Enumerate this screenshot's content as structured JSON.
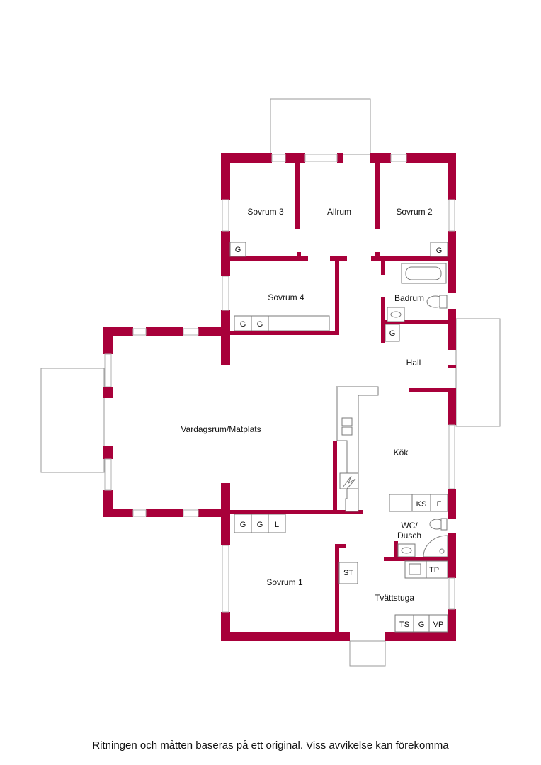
{
  "colors": {
    "wall": "#a8003a",
    "fixture_stroke": "#7a7a7a",
    "exterior_stroke": "#9a9a9a"
  },
  "rooms": {
    "sovrum3": "Sovrum 3",
    "allrum": "Allrum",
    "sovrum2": "Sovrum 2",
    "sovrum4": "Sovrum 4",
    "badrum": "Badrum",
    "hall": "Hall",
    "vardagsrum": "Vardagsrum/Matplats",
    "kok": "Kök",
    "wc_line1": "WC/",
    "wc_line2": "Dusch",
    "sovrum1": "Sovrum 1",
    "tvattstuga": "Tvättstuga"
  },
  "fixtures": {
    "g": "G",
    "l": "L",
    "ks": "KS",
    "f": "F",
    "st": "ST",
    "tp": "TP",
    "ts": "TS",
    "vp": "VP"
  },
  "caption": "Ritningen och måtten baseras på ett original. Viss avvikelse kan förekomma"
}
